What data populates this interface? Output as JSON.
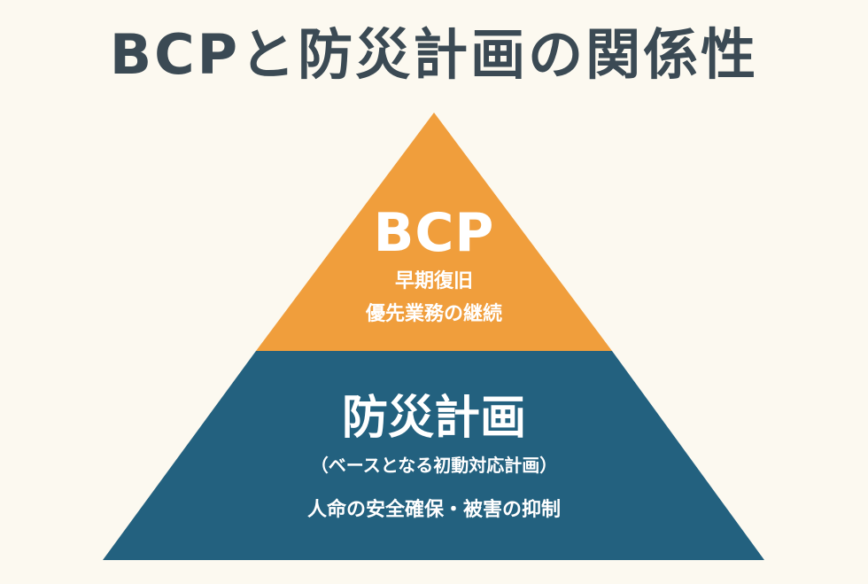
{
  "title": "BCPと防災計画の関係性",
  "colors": {
    "background": "#fcf9f0",
    "title_text": "#3b4a54",
    "top_tier": "#f09e3c",
    "bottom_tier": "#23617f",
    "tier_text": "#ffffff"
  },
  "pyramid": {
    "top_tier": {
      "heading": "BCP",
      "lines": [
        "早期復旧",
        "優先業務の継続"
      ]
    },
    "bottom_tier": {
      "heading": "防災計画",
      "lines": [
        "（ベースとなる初動対応計画）",
        "人命の安全確保・被害の抑制"
      ]
    }
  }
}
